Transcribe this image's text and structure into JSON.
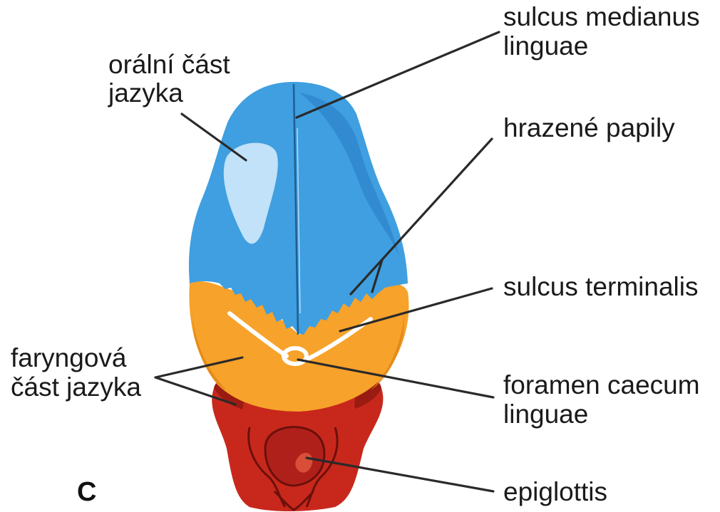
{
  "figure": {
    "panel_letter": "C",
    "labels": {
      "oral_part": [
        "orální část",
        "jazyka"
      ],
      "pharyngeal_part": [
        "faryngová",
        "část jazyka"
      ],
      "sulcus_medianus": [
        "sulcus medianus",
        "linguae"
      ],
      "vallate_papillae": [
        "hrazené papily"
      ],
      "sulcus_terminalis": [
        "sulcus terminalis"
      ],
      "foramen_caecum": [
        "foramen caecum",
        "linguae"
      ],
      "epiglottis": [
        "epiglottis"
      ]
    }
  },
  "colors": {
    "oral_blue": "#3f9fe0",
    "oral_blue_dark": "#2a7fc4",
    "highlight": "#cfe9fb",
    "pharyngeal_orange": "#f7a22a",
    "orange_dark": "#e08516",
    "red_base": "#c8281c",
    "red_dark": "#8e1810",
    "leader_line": "#2a2a2a"
  }
}
